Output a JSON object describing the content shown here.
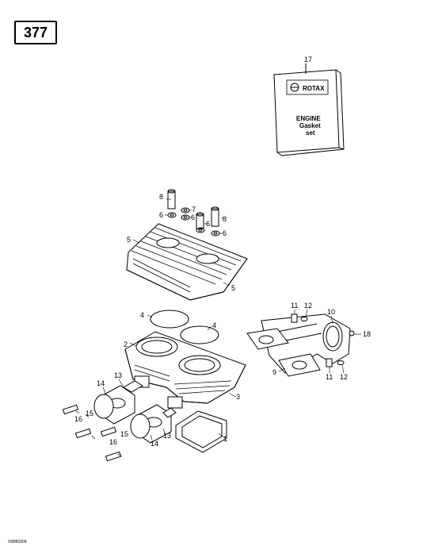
{
  "page_number": "377",
  "footer_code": "03M60304",
  "gasket_kit": {
    "brand": "ROTAX",
    "line1": "ENGINE",
    "line2": "Gasket",
    "line3": "set",
    "ref": "17"
  },
  "callouts": {
    "c1": "1",
    "c2": "2",
    "c3": "3",
    "c4a": "4",
    "c4b": "4",
    "c5a": "5",
    "c5b": "5",
    "c6a": "6",
    "c6b": "6",
    "c6c": "6",
    "c6d": "6",
    "c7": "7",
    "c8a": "8",
    "c8b": "8",
    "c9": "9",
    "c10": "10",
    "c11a": "11",
    "c11b": "11",
    "c12a": "12",
    "c12b": "12",
    "c13a": "13",
    "c13b": "13",
    "c14a": "14",
    "c14b": "14",
    "c15a": "15",
    "c15b": "15",
    "c16a": "16",
    "c16b": "16",
    "c18": "18"
  }
}
